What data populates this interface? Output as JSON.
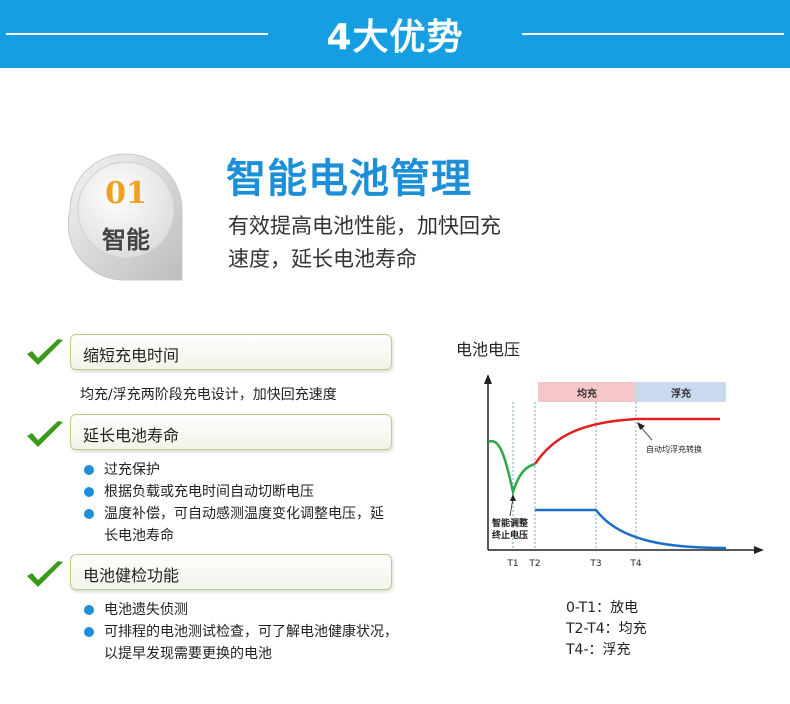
{
  "banner": {
    "title": "4大优势"
  },
  "badge": {
    "number": "01",
    "label": "智能"
  },
  "heading": {
    "title": "智能电池管理",
    "desc_lines": [
      "有效提高电池性能，加快回充",
      "速度，延长电池寿命"
    ]
  },
  "sections": [
    {
      "label": "缩短充电时间",
      "text": "均充/浮充两阶段充电设计，加快回充速度"
    },
    {
      "label": "延长电池寿命",
      "bullets": [
        "过充保护",
        "根据负载或充电时间自动切断电压",
        "温度补偿，可自动感测温度变化调整电压，延",
        "长电池寿命"
      ]
    },
    {
      "label": "电池健检功能",
      "bullets": [
        "电池遗失侦测",
        "可排程的电池测试检查，可了解电池健康状况，",
        "以提早发现需要更换的电池"
      ]
    }
  ],
  "chart": {
    "title": "电池电压",
    "band_equalize": "均充",
    "band_float": "浮充",
    "annotation_auto": "自动均浮充转换",
    "annotation_smart_1": "智能调整",
    "annotation_smart_2": "终止电压",
    "ticks": [
      "T1",
      "T2",
      "T3",
      "T4"
    ],
    "colors": {
      "discharge": "#2aa84a",
      "voltage": "#e02020",
      "current": "#1c6fc8",
      "band_equalize": "#f7c6c9",
      "band_float": "#c9d9ef"
    }
  },
  "legend": [
    "0-T1：放电",
    "T2-T4：均充",
    "T4-：浮充"
  ]
}
